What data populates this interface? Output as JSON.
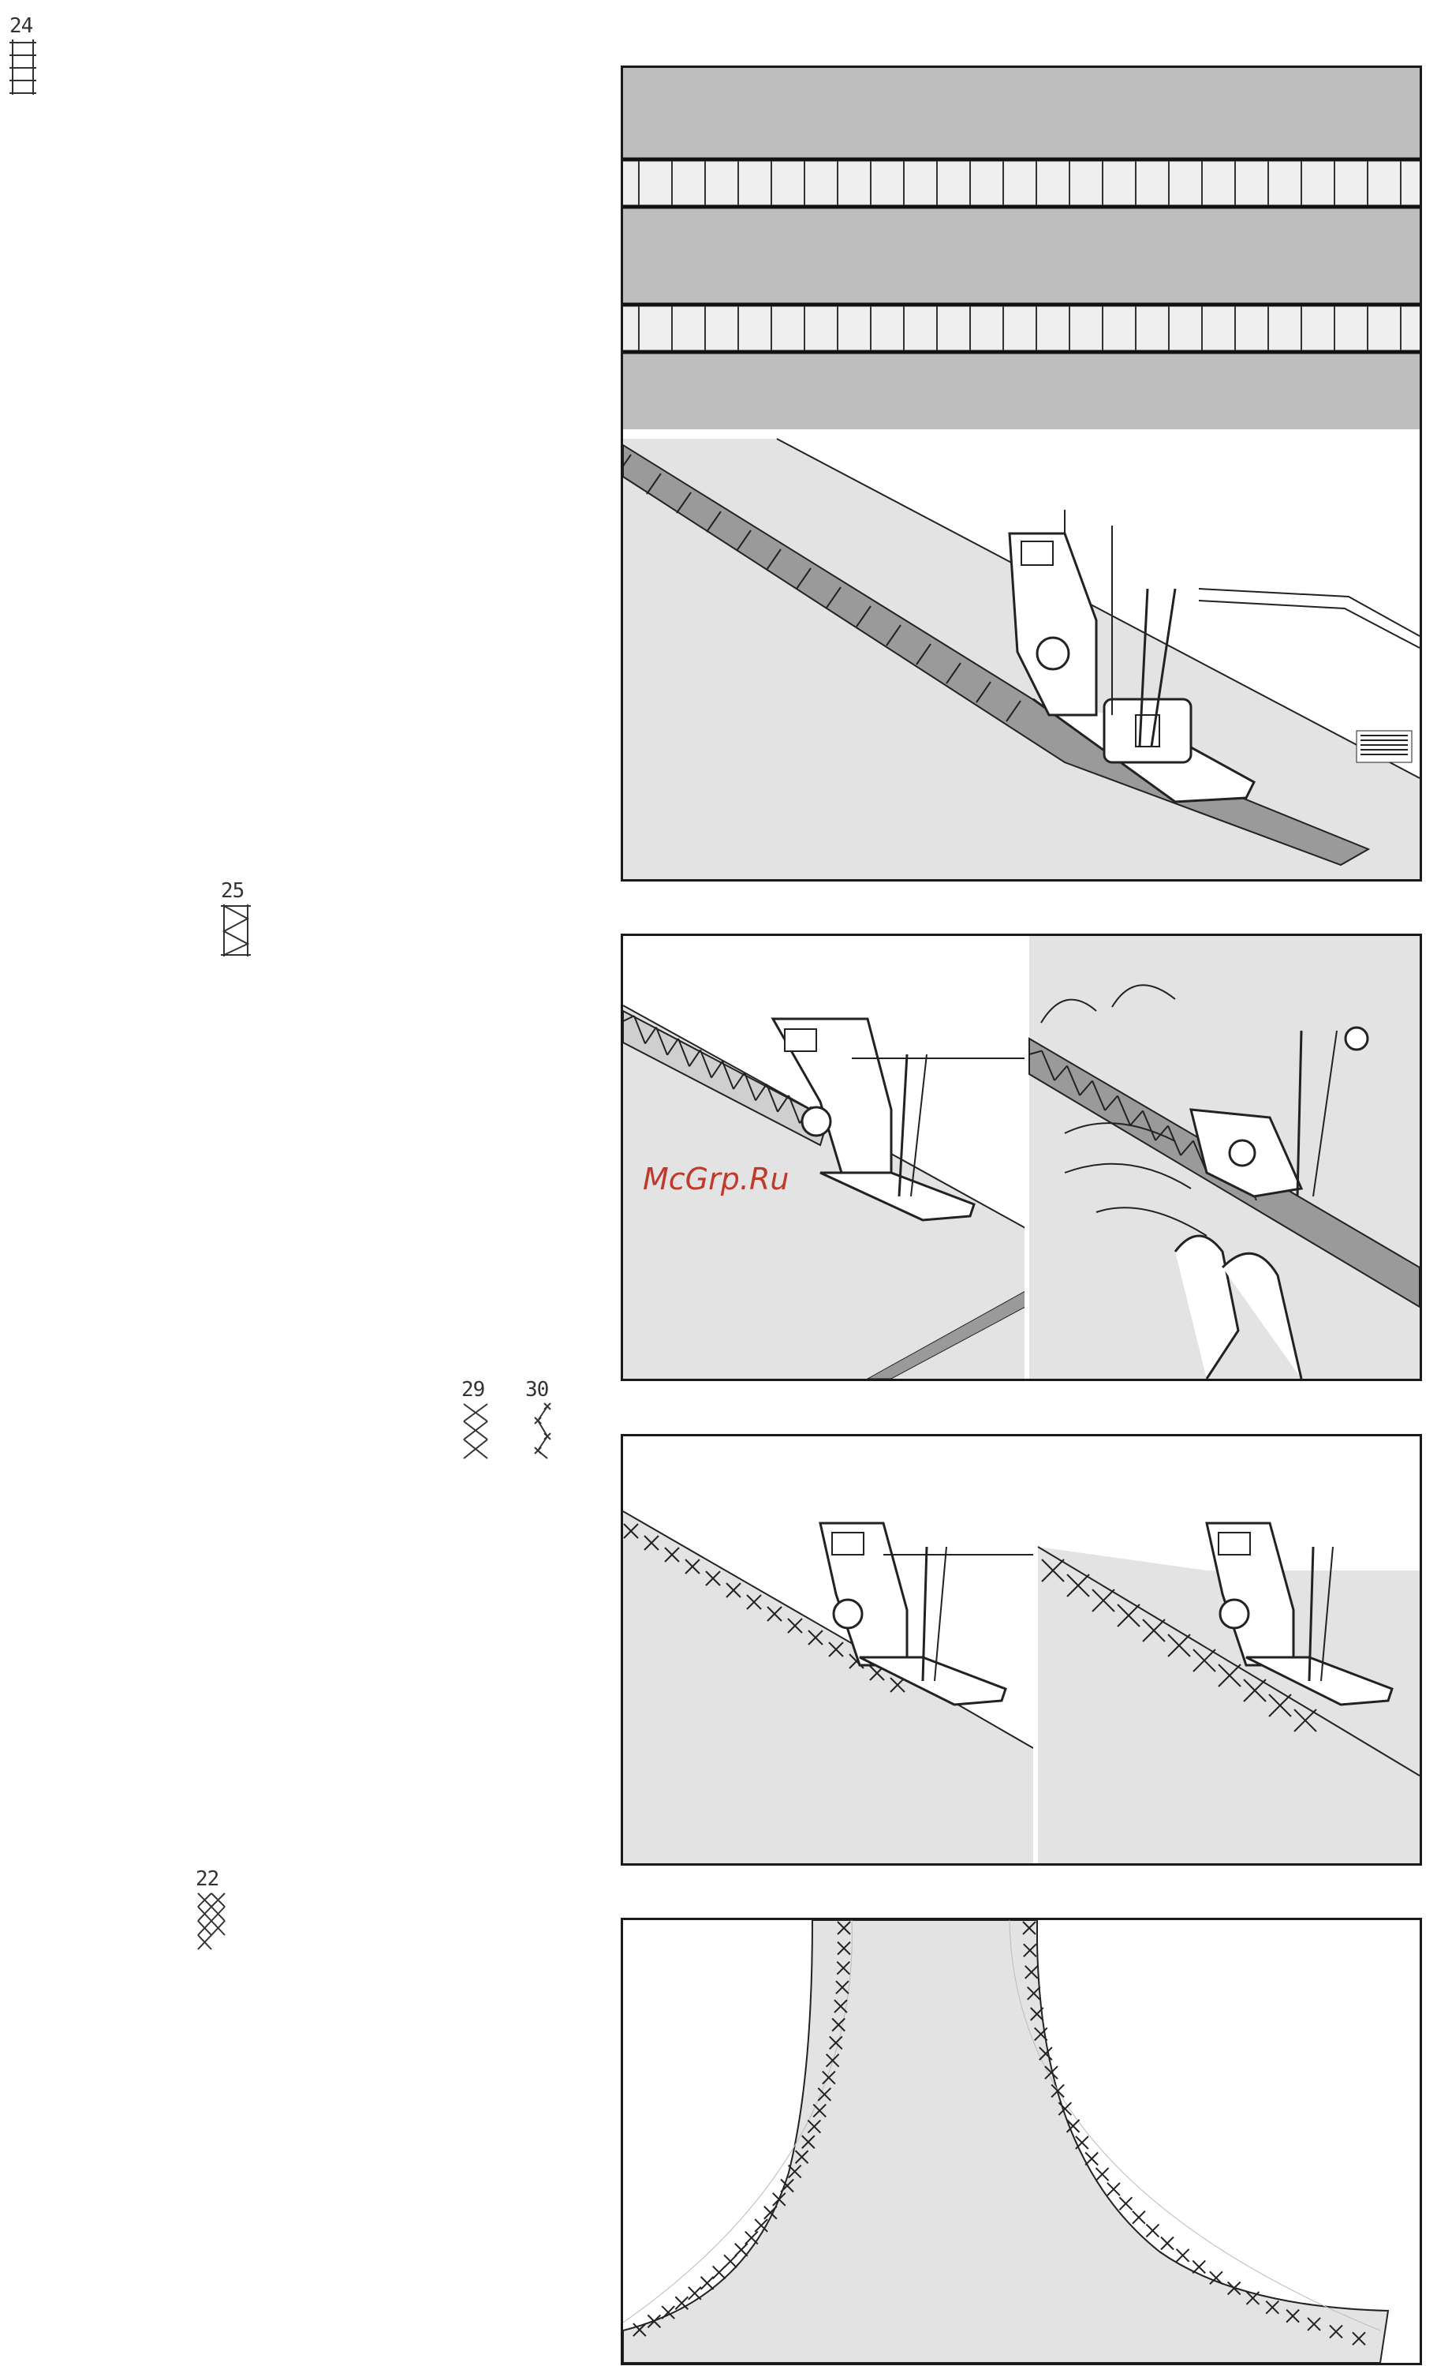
{
  "stitches": [
    {
      "id": "24",
      "icon": "ladder-stitch-icon"
    },
    {
      "id": "25",
      "icon": "zigzag-box-stitch-icon"
    },
    {
      "id": "29",
      "icon": "cross-stitch-icon"
    },
    {
      "id": "30",
      "icon": "feather-cross-stitch-icon"
    },
    {
      "id": "22",
      "icon": "double-cross-stitch-icon"
    }
  ],
  "watermark": "McGrp.Ru",
  "illustrations": [
    {
      "name": "ladder-stitch-elastic-illustration"
    },
    {
      "name": "zigzag-elastic-illustration"
    },
    {
      "name": "cross-stitch-hem-illustration"
    },
    {
      "name": "neckline-cross-stitch-illustration"
    }
  ],
  "colors": {
    "panel_grey": "#bdbdbd",
    "fabric_grey": "#e3e3e3",
    "line": "#1a1a1a",
    "watermark": "#c0392b"
  }
}
